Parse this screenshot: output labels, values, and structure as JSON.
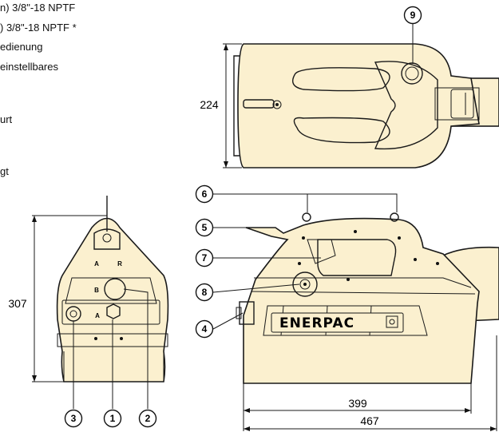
{
  "text_lines": [
    "n) 3/8\"-18 NPTF",
    ") 3/8\"-18 NPTF *",
    "edienung",
    "einstellbares",
    "urt",
    "gt"
  ],
  "dimensions": {
    "depth": "224",
    "height": "307",
    "length_inner": "399",
    "length_outer": "467"
  },
  "callouts": [
    "1",
    "2",
    "3",
    "4",
    "5",
    "6",
    "7",
    "8",
    "9"
  ],
  "labels": {
    "port_a": "A",
    "port_r": "R",
    "port_b": "B",
    "port_a2": "A"
  },
  "brand": "ENERPAC"
}
